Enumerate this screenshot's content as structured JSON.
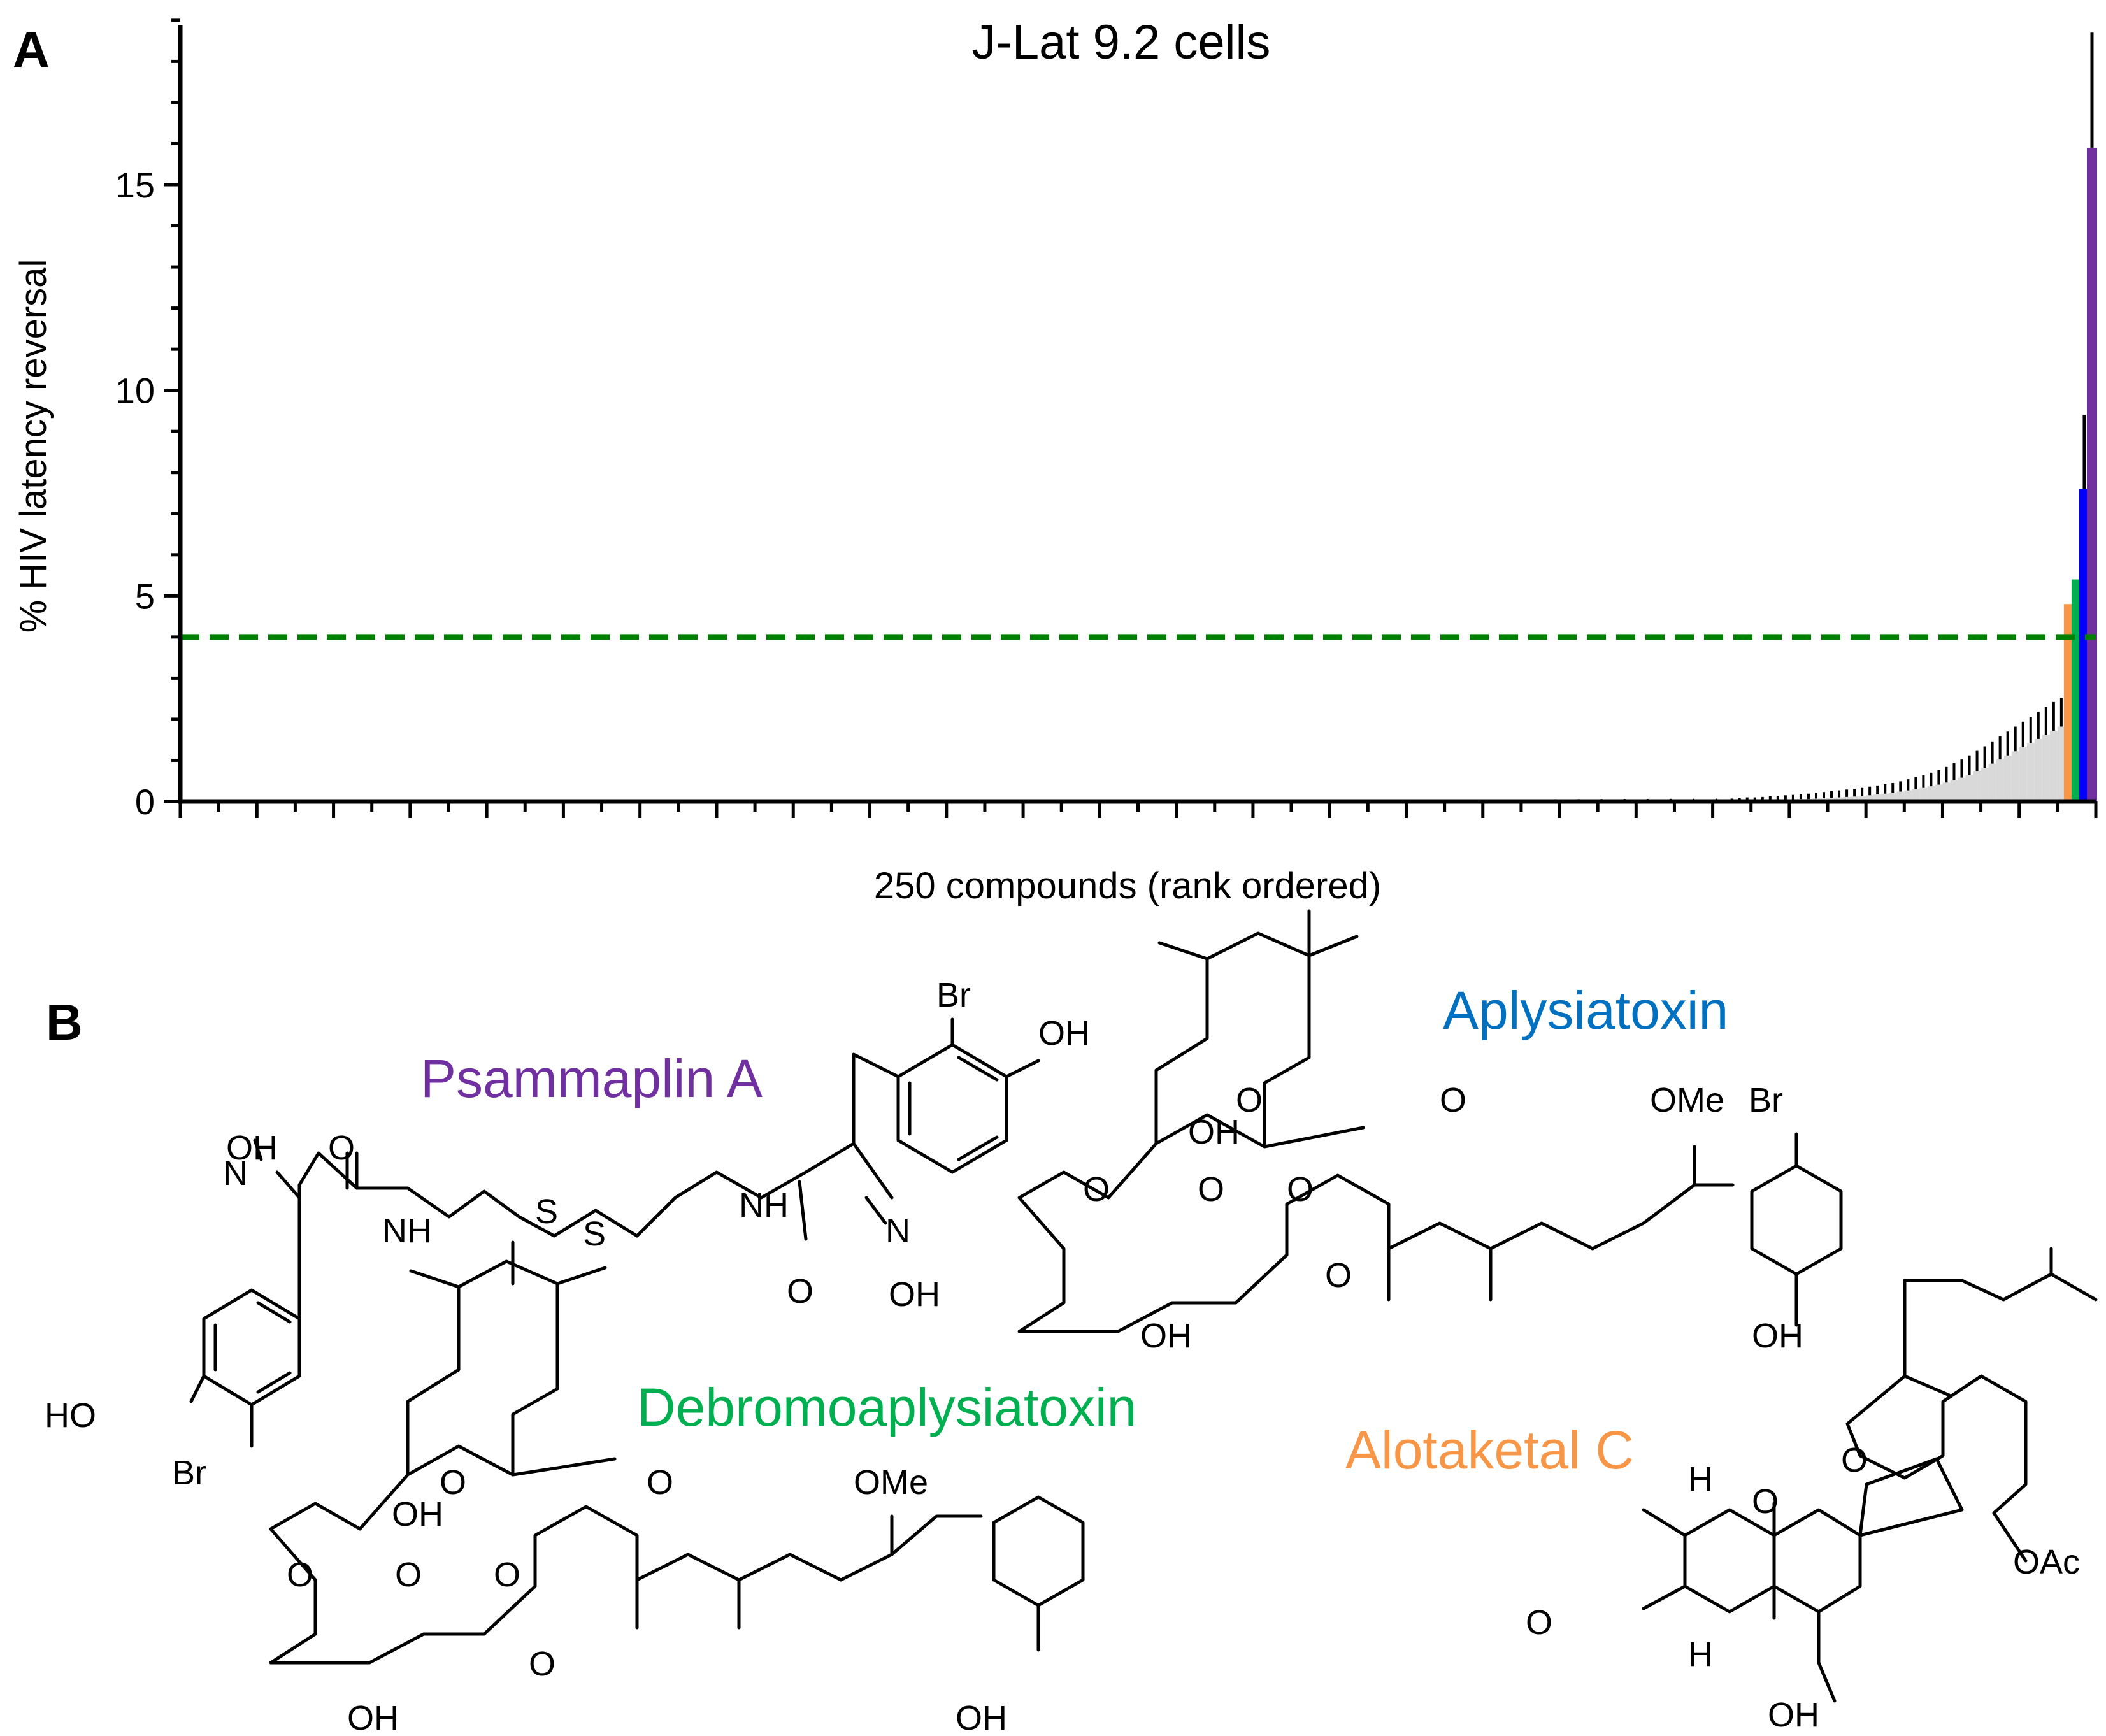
{
  "panels": {
    "a": "A",
    "b": "B"
  },
  "chart_data": {
    "type": "bar",
    "title": "J-Lat 9.2 cells",
    "xlabel": "250 compounds (rank ordered)",
    "ylabel": "% HIV latency reversal",
    "ylim": [
      0,
      19
    ],
    "yticks": [
      0,
      5,
      10,
      15
    ],
    "n_compounds": 250,
    "threshold": 4,
    "threshold_color": "#008000",
    "default_bar_color": "#d9d9d9",
    "highlighted": [
      {
        "rank": 247,
        "name": "Alotaketal C",
        "value": 4.8,
        "error": 0,
        "color": "#f79646"
      },
      {
        "rank": 248,
        "name": "Debromoaplysiatoxin",
        "value": 5.4,
        "error": 0,
        "color": "#00b050"
      },
      {
        "rank": 249,
        "name": "Aplysiatoxin",
        "value": 7.6,
        "error": 1.8,
        "color": "#0000ff"
      },
      {
        "rank": 250,
        "name": "Psammaplin A",
        "value": 15.9,
        "error": 2.8,
        "color": "#7030a0"
      }
    ],
    "tail_values": [
      0.02,
      0.02,
      0.03,
      0.03,
      0.03,
      0.04,
      0.04,
      0.05,
      0.05,
      0.06,
      0.06,
      0.07,
      0.08,
      0.09,
      0.1,
      0.11,
      0.12,
      0.13,
      0.15,
      0.17,
      0.19,
      0.21,
      0.24,
      0.27,
      0.3,
      0.33,
      0.37,
      0.41,
      0.46,
      0.52,
      0.58,
      0.65,
      0.73,
      0.82,
      0.92,
      1.02,
      1.12,
      1.22,
      1.32,
      1.42,
      1.52,
      1.62,
      1.72,
      1.82
    ],
    "tail_errors": [
      0.05,
      0.06,
      0.07,
      0.07,
      0.08,
      0.09,
      0.1,
      0.1,
      0.11,
      0.12,
      0.13,
      0.14,
      0.15,
      0.16,
      0.17,
      0.18,
      0.19,
      0.2,
      0.21,
      0.22,
      0.23,
      0.24,
      0.25,
      0.27,
      0.29,
      0.31,
      0.33,
      0.35,
      0.38,
      0.41,
      0.44,
      0.47,
      0.5,
      0.52,
      0.54,
      0.56,
      0.58,
      0.6,
      0.62,
      0.64,
      0.66,
      0.68,
      0.7,
      0.7
    ]
  },
  "structures": [
    {
      "name": "Psammaplin A",
      "color": "#7030a0",
      "atoms": [
        "Br",
        "OH",
        "OH",
        "O",
        "N",
        "NH",
        "S",
        "S",
        "NH",
        "O",
        "N",
        "OH",
        "HO",
        "Br"
      ]
    },
    {
      "name": "Aplysiatoxin",
      "color": "#0070c0",
      "atoms": [
        "O",
        "O",
        "OH",
        "OMe",
        "Br",
        "O",
        "O",
        "O",
        "O",
        "OH",
        "OH"
      ]
    },
    {
      "name": "Debromoaplysiatoxin",
      "color": "#00b050",
      "atoms": [
        "O",
        "O",
        "OH",
        "OMe",
        "O",
        "O",
        "O",
        "O",
        "OH",
        "OH"
      ]
    },
    {
      "name": "Alotaketal C",
      "color": "#f79646",
      "atoms": [
        "H",
        "O",
        "O",
        "OAc",
        "O",
        "H",
        "OH"
      ]
    }
  ]
}
